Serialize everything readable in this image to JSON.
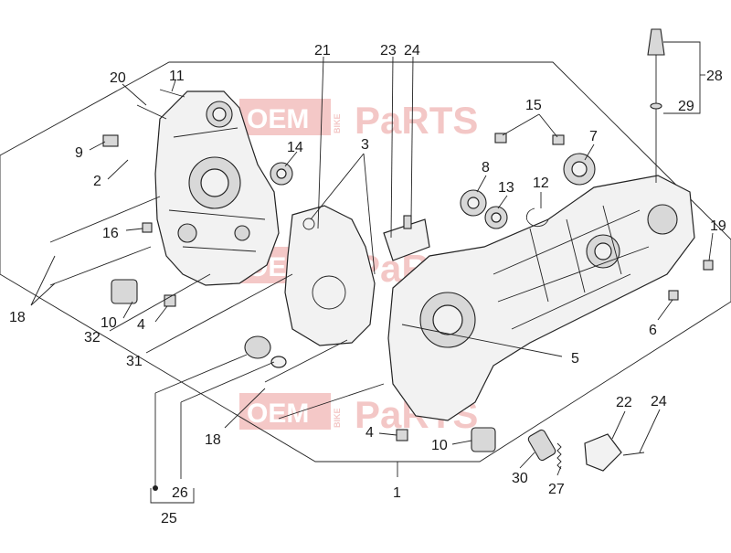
{
  "watermark": {
    "brand_left": "OEM",
    "brand_mid": "BIKE",
    "brand_right": "PaRTS",
    "color": "#d63a36"
  },
  "callouts": [
    {
      "id": "c1",
      "label": "1"
    },
    {
      "id": "c2",
      "label": "2"
    },
    {
      "id": "c3",
      "label": "3"
    },
    {
      "id": "c4a",
      "label": "4"
    },
    {
      "id": "c4b",
      "label": "4"
    },
    {
      "id": "c5",
      "label": "5"
    },
    {
      "id": "c6",
      "label": "6"
    },
    {
      "id": "c7",
      "label": "7"
    },
    {
      "id": "c8",
      "label": "8"
    },
    {
      "id": "c9",
      "label": "9"
    },
    {
      "id": "c10a",
      "label": "10"
    },
    {
      "id": "c10b",
      "label": "10"
    },
    {
      "id": "c11",
      "label": "11"
    },
    {
      "id": "c12",
      "label": "12"
    },
    {
      "id": "c13",
      "label": "13"
    },
    {
      "id": "c14",
      "label": "14"
    },
    {
      "id": "c15",
      "label": "15"
    },
    {
      "id": "c16",
      "label": "16"
    },
    {
      "id": "c18a",
      "label": "18"
    },
    {
      "id": "c18b",
      "label": "18"
    },
    {
      "id": "c19",
      "label": "19"
    },
    {
      "id": "c20",
      "label": "20"
    },
    {
      "id": "c21",
      "label": "21"
    },
    {
      "id": "c22",
      "label": "22"
    },
    {
      "id": "c23",
      "label": "23"
    },
    {
      "id": "c24a",
      "label": "24"
    },
    {
      "id": "c24b",
      "label": "24"
    },
    {
      "id": "c25",
      "label": "25"
    },
    {
      "id": "c26",
      "label": "26"
    },
    {
      "id": "c27",
      "label": "27"
    },
    {
      "id": "c28",
      "label": "28"
    },
    {
      "id": "c29",
      "label": "29"
    },
    {
      "id": "c30",
      "label": "30"
    },
    {
      "id": "c31",
      "label": "31"
    },
    {
      "id": "c32",
      "label": "32"
    }
  ]
}
